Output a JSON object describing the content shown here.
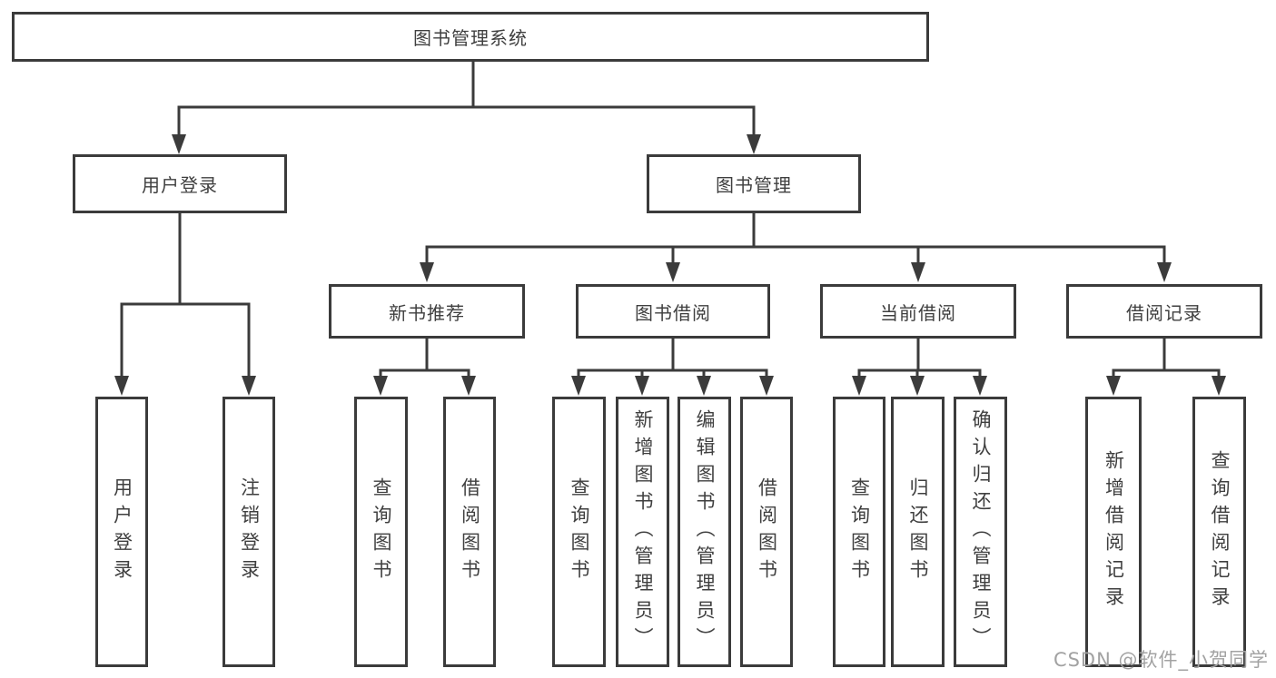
{
  "colors": {
    "line": "#3b3b3b",
    "box_border": "#3b3b3b",
    "text": "#3f3f3f",
    "watermark": "#a2a2a2",
    "background": "#ffffff"
  },
  "tree": {
    "root": "图书管理系统",
    "branches": [
      {
        "label": "用户登录",
        "children": [
          "用户登录",
          "注销登录"
        ]
      },
      {
        "label": "图书管理",
        "groups": [
          {
            "label": "新书推荐",
            "children": [
              "查询图书",
              "借阅图书"
            ]
          },
          {
            "label": "图书借阅",
            "children": [
              "查询图书",
              "新增图书（管理员）",
              "编辑图书（管理员）",
              "借阅图书"
            ]
          },
          {
            "label": "当前借阅",
            "children": [
              "查询图书",
              "归还图书",
              "确认归还（管理员）"
            ]
          },
          {
            "label": "借阅记录",
            "children": [
              "新增借阅记录",
              "查询借阅记录"
            ]
          }
        ]
      }
    ]
  },
  "watermark": "CSDN @软件_小贺同学"
}
